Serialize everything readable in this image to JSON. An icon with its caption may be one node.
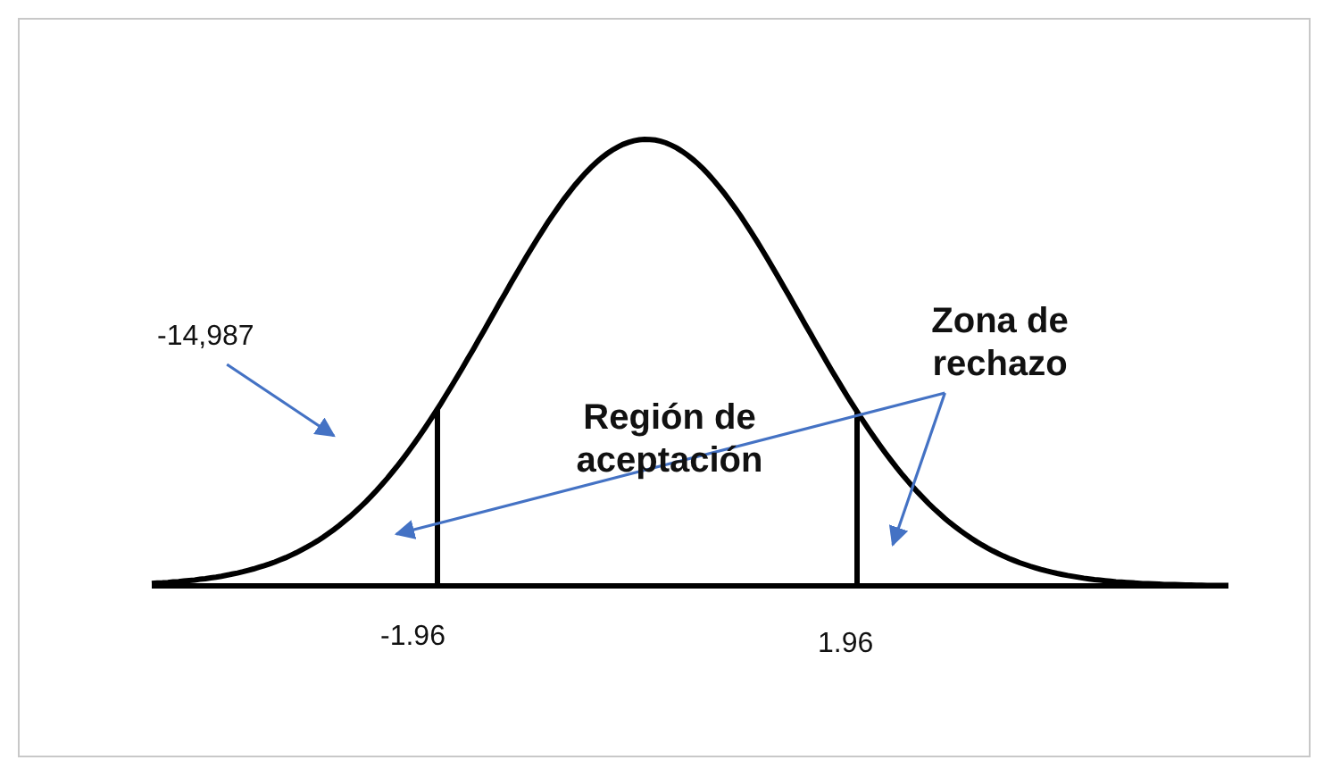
{
  "diagram": {
    "nodes": [
      {
        "text": [
          "-14,987"
        ]
      },
      {
        "text": [
          "Zona de rechazo"
        ]
      }
    ],
    "edges": [
      {
        "from": 0,
        "to": null,
        "arrow": "to"
      },
      {
        "from": 1,
        "to": null,
        "arrow": "to"
      },
      {
        "from": 1,
        "to": null,
        "arrow": "to"
      }
    ],
    "labels": [
      "Región de aceptación",
      "-1.96",
      "1.96"
    ]
  }
}
